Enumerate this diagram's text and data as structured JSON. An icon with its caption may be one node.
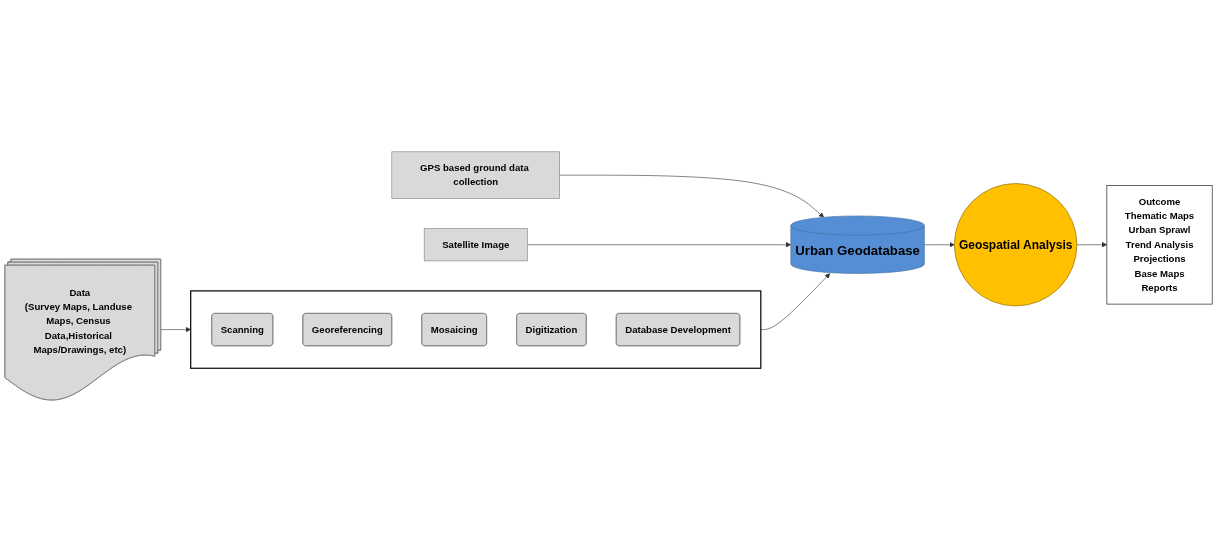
{
  "diagram": {
    "nodes": [
      {
        "text": [
          "Data",
          "(Survey Maps, Landuse Maps, Census Data,Historical Maps/Drawings, etc)"
        ]
      },
      {
        "text": [
          "GPS based ground data collection"
        ]
      },
      {
        "text": [
          "Satellite Image"
        ]
      },
      {
        "text": [],
        "shape": "box"
      },
      {
        "text": [
          "Scanning"
        ],
        "in": 3
      },
      {
        "text": [
          "Georeferencing"
        ],
        "in": 3
      },
      {
        "text": [
          "Mosaicing"
        ],
        "in": 3
      },
      {
        "text": [
          "Digitization"
        ],
        "in": 3
      },
      {
        "text": [
          "Database Development"
        ],
        "in": 3
      },
      {
        "text": [
          "Urban Geodatabase"
        ]
      },
      {
        "text": [
          "Geospatial Analysis"
        ]
      },
      {
        "text": [
          "Outcome",
          "Thematic Maps",
          "Urban Sprawl",
          "Trend Analysis",
          "Projections",
          "Base Maps",
          "Reports"
        ]
      }
    ],
    "edges": [
      {
        "from": 0,
        "to": 3,
        "arrow": "to"
      },
      {
        "from": 1,
        "to": 9,
        "arrow": "to"
      },
      {
        "from": 2,
        "to": 9,
        "arrow": "to"
      },
      {
        "from": 3,
        "to": 9,
        "arrow": "to"
      },
      {
        "from": 9,
        "to": 10,
        "arrow": "to"
      },
      {
        "from": 10,
        "to": 11,
        "arrow": "to"
      }
    ]
  }
}
